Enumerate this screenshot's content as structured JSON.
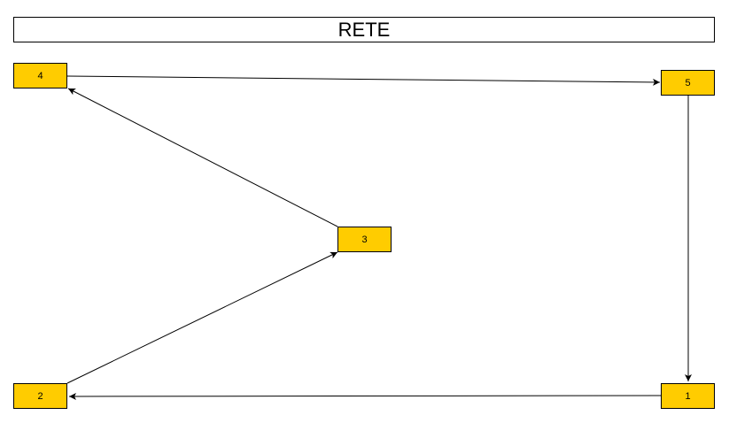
{
  "diagram": {
    "title": "RETE",
    "node_fill": "#FFCC00",
    "edge_color": "#000000",
    "nodes": [
      {
        "id": "1",
        "label": "1"
      },
      {
        "id": "2",
        "label": "2"
      },
      {
        "id": "3",
        "label": "3"
      },
      {
        "id": "4",
        "label": "4"
      },
      {
        "id": "5",
        "label": "5"
      }
    ],
    "edges": [
      {
        "from": "4",
        "to": "5"
      },
      {
        "from": "5",
        "to": "1"
      },
      {
        "from": "1",
        "to": "2"
      },
      {
        "from": "2",
        "to": "3"
      },
      {
        "from": "3",
        "to": "4"
      }
    ]
  }
}
